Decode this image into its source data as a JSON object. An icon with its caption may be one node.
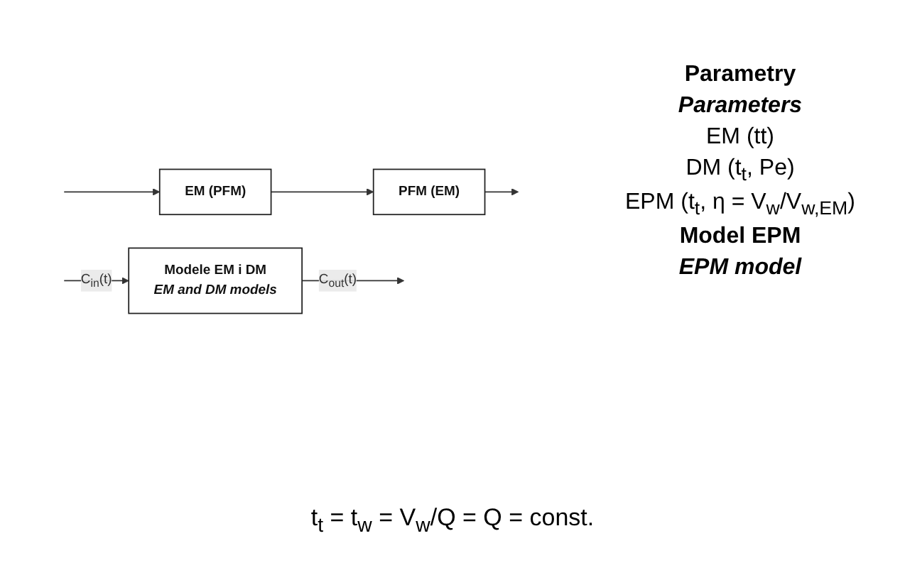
{
  "diagram": {
    "nodes": [
      {
        "text": [
          "Modele EM i DM",
          "EM and DM models"
        ]
      },
      {
        "text": [
          "EM (PFM)"
        ]
      },
      {
        "text": [
          "PFM (EM)"
        ]
      }
    ],
    "edges": [
      {
        "from": null,
        "to": 0,
        "arrow": "to",
        "label": "C$_{in}$(t)"
      },
      {
        "from": 0,
        "to": null,
        "arrow": "to",
        "label": "C$_{out}$(t)"
      },
      {
        "from": null,
        "to": 1,
        "arrow": "to"
      },
      {
        "from": 1,
        "to": 2,
        "arrow": "to"
      },
      {
        "from": 2,
        "to": null,
        "arrow": "to"
      }
    ],
    "labels": [
      "Parametry",
      "Parameters",
      "EM (tt)",
      "DM (t$_{t}$, Pe)",
      "EPM (t$_{t}$, η = V$_{w}$/V$_{w,EM}$)",
      "Model EPM",
      "EPM model",
      "t$_{t}$ = t$_{w}$ = V$_{w}$/Q = Q = const."
    ]
  }
}
